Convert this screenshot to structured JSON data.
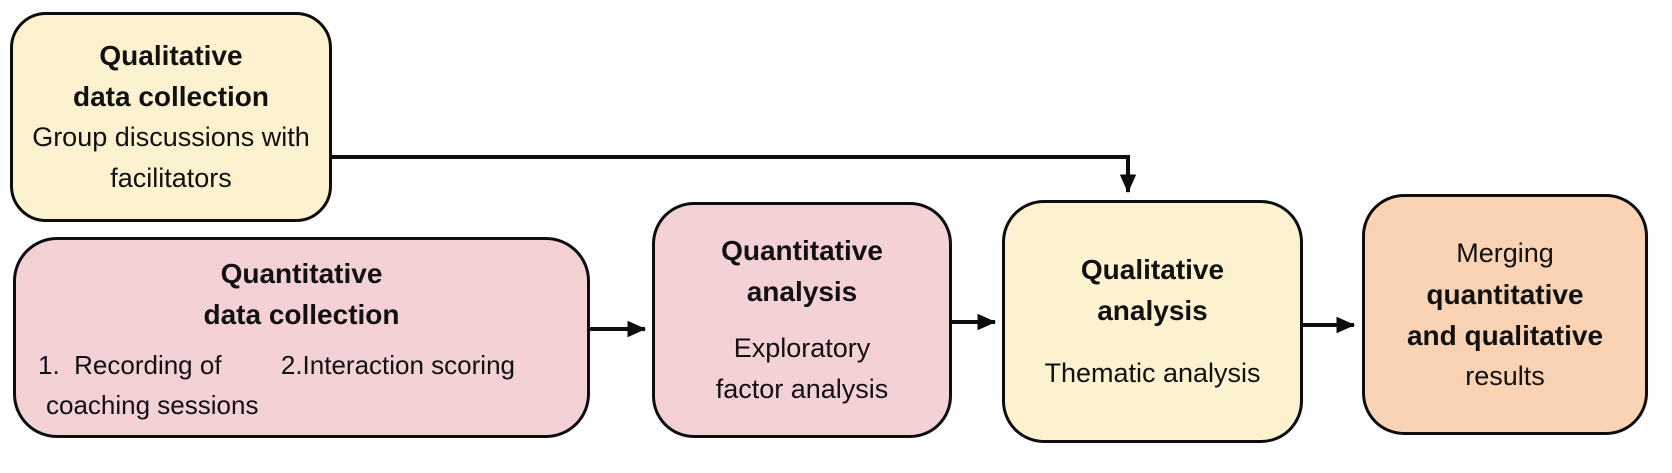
{
  "diagram": {
    "background_color": "#ffffff",
    "line_color": "#0d0d0d",
    "nodes": [
      {
        "id": "qualitative-data-collection",
        "fill": "#FCF2D0",
        "title": [
          "Qualitative",
          "data collection"
        ],
        "body": [
          "Group discussions with",
          "facilitators"
        ]
      },
      {
        "id": "quantitative-data-collection",
        "fill": "#F3D1D4",
        "title": [
          "Quantitative",
          "data collection"
        ],
        "item1_line1": "1.  Recording of",
        "item1_line2": "coaching sessions",
        "item2": "2.Interaction scoring"
      },
      {
        "id": "quantitative-analysis",
        "fill": "#F3D1D4",
        "title": [
          "Quantitative",
          "analysis"
        ],
        "body": [
          "Exploratory",
          "factor analysis"
        ]
      },
      {
        "id": "qualitative-analysis",
        "fill": "#FCF2D0",
        "title": [
          "Qualitative",
          "analysis"
        ],
        "body": [
          "Thematic analysis"
        ]
      },
      {
        "id": "merging-results",
        "fill": "#FAD2B4",
        "lines": [
          {
            "text": "Merging",
            "bold": false
          },
          {
            "text": "quantitative",
            "bold": true
          },
          {
            "text": "and qualitative",
            "bold": true
          },
          {
            "text": "results",
            "bold": false
          }
        ]
      }
    ]
  }
}
